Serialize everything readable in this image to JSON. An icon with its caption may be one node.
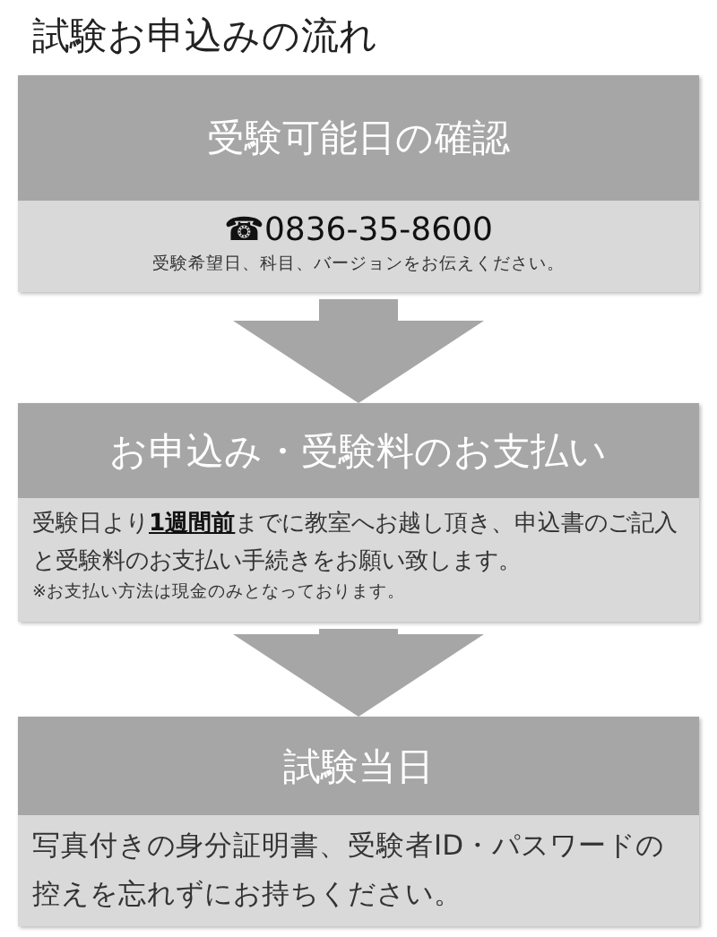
{
  "diagram": {
    "title": "試験お申込みの流れ",
    "nodes": [
      {
        "text": [
          "受験可能日の確認",
          "☎0836-35-8600",
          "受験希望日、科目、バージョンをお伝えください。"
        ]
      },
      {
        "text": [
          "お申込み・受験料のお支払い",
          "受験日より**1週間前**までに教室へお越し頂き、申込書のご記入と受験料のお支払い手続きをお願い致します。",
          "※お支払い方法は現金のみとなっております。"
        ]
      },
      {
        "text": [
          "試験当日",
          "写真付きの身分証明書、受験者ID・パスワードの控えを忘れずにお持ちください。"
        ]
      }
    ],
    "edges": [
      {
        "from": 0,
        "to": 1,
        "arrow": "to"
      },
      {
        "from": 1,
        "to": 2,
        "arrow": "to"
      }
    ]
  }
}
